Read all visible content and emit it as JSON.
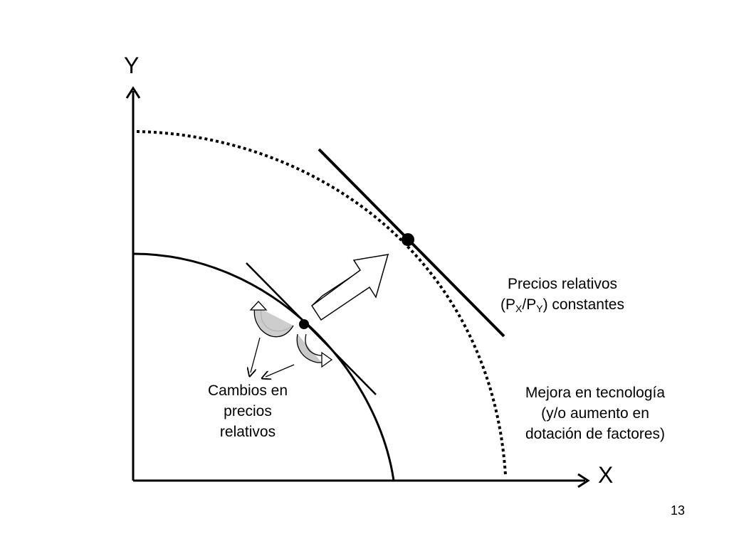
{
  "axes": {
    "y_label": "Y",
    "x_label": "X"
  },
  "labels": {
    "price_constant_line1": "Precios relativos",
    "price_constant_open": "(P",
    "price_constant_sub1": "X",
    "price_constant_slash": "/P",
    "price_constant_sub2": "Y",
    "price_constant_close": ") constantes",
    "tech_line1": "Mejora en tecnología",
    "tech_line2": "(y/o aumento en",
    "tech_line3": "dotación de factores)",
    "price_change_line1": "Cambios en",
    "price_change_line2": "precios",
    "price_change_line3": "relativos"
  },
  "page_number": "13"
}
